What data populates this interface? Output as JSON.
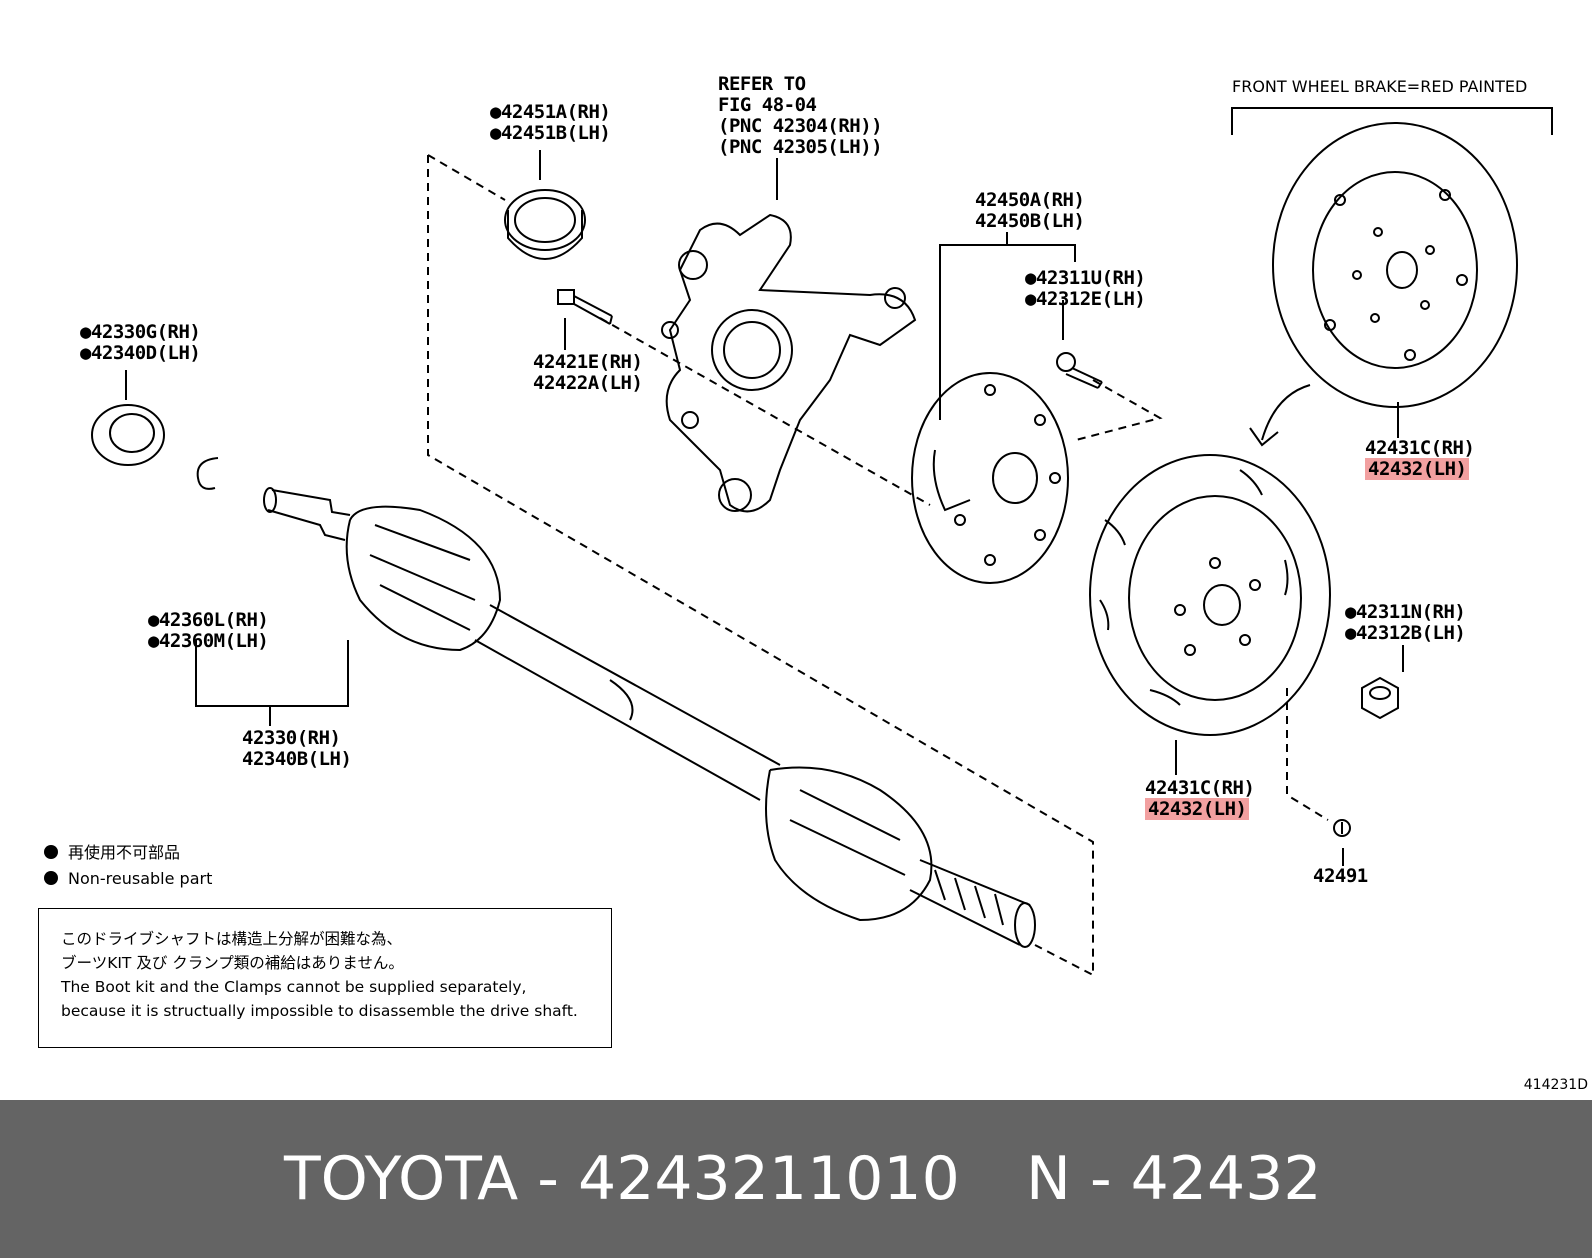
{
  "labels": {
    "refer": [
      "REFER TO",
      "FIG 48-04",
      "(PNC 42304(RH))",
      "(PNC 42305(LH))"
    ],
    "l42451": [
      "●42451A(RH)",
      "●42451B(LH)"
    ],
    "l42330g": [
      "●42330G(RH)",
      "●42340D(LH)"
    ],
    "l42421": [
      "42421E(RH)",
      "42422A(LH)"
    ],
    "l42450": [
      "42450A(RH)",
      "42450B(LH)"
    ],
    "l42311u": [
      "●42311U(RH)",
      "●42312E(LH)"
    ],
    "l42360": [
      "●42360L(RH)",
      "●42360M(LH)"
    ],
    "l42330": [
      "42330(RH)",
      "42340B(LH)"
    ],
    "l42431_top": [
      "42431C(RH)",
      "42432(LH)"
    ],
    "l42431_bot": [
      "42431C(RH)",
      "42432(LH)"
    ],
    "l42311n": [
      "●42311N(RH)",
      "●42312B(LH)"
    ],
    "l42491": "42491"
  },
  "front_brake_header": "FRONT WHEEL BRAKE=RED PAINTED",
  "legend": {
    "jp": "再使用不可部品",
    "en": "Non-reusable part"
  },
  "note": {
    "jp1": "このドライブシャフトは構造上分解が困難な為、",
    "jp2": "ブーツKIT  及び  クランプ類の補給はありません。",
    "en1": "The Boot kit and the Clamps cannot be supplied separately,",
    "en2": "because it is structually impossible to disassemble the drive shaft."
  },
  "diagram_code": "414231D",
  "footer": {
    "part": "TOYOTA - 4243211010",
    "ref": "N - 42432"
  },
  "colors": {
    "highlight": "#f2a0a0",
    "footer_bg": "#646464"
  }
}
